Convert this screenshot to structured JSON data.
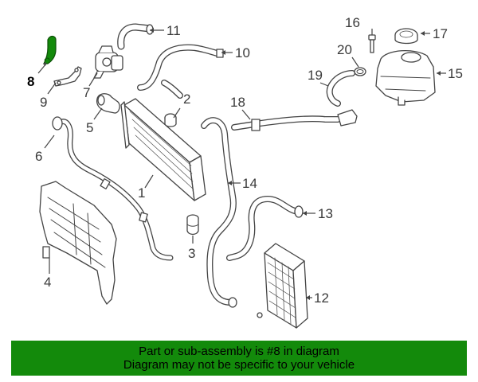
{
  "diagram": {
    "highlight_color": "#138a0b",
    "callouts": [
      {
        "id": "1",
        "label": "1"
      },
      {
        "id": "2",
        "label": "2"
      },
      {
        "id": "3",
        "label": "3"
      },
      {
        "id": "4",
        "label": "4"
      },
      {
        "id": "5",
        "label": "5"
      },
      {
        "id": "6",
        "label": "6"
      },
      {
        "id": "7",
        "label": "7"
      },
      {
        "id": "8",
        "label": "8"
      },
      {
        "id": "9",
        "label": "9"
      },
      {
        "id": "10",
        "label": "10"
      },
      {
        "id": "11",
        "label": "11"
      },
      {
        "id": "12",
        "label": "12"
      },
      {
        "id": "13",
        "label": "13"
      },
      {
        "id": "14",
        "label": "14"
      },
      {
        "id": "15",
        "label": "15"
      },
      {
        "id": "16",
        "label": "16"
      },
      {
        "id": "17",
        "label": "17"
      },
      {
        "id": "18",
        "label": "18"
      },
      {
        "id": "19",
        "label": "19"
      },
      {
        "id": "20",
        "label": "20"
      }
    ]
  },
  "banner": {
    "line1": "Part or sub-assembly is #8 in diagram",
    "line2": "Diagram may not be specific to your vehicle",
    "background": "#138a0b"
  }
}
